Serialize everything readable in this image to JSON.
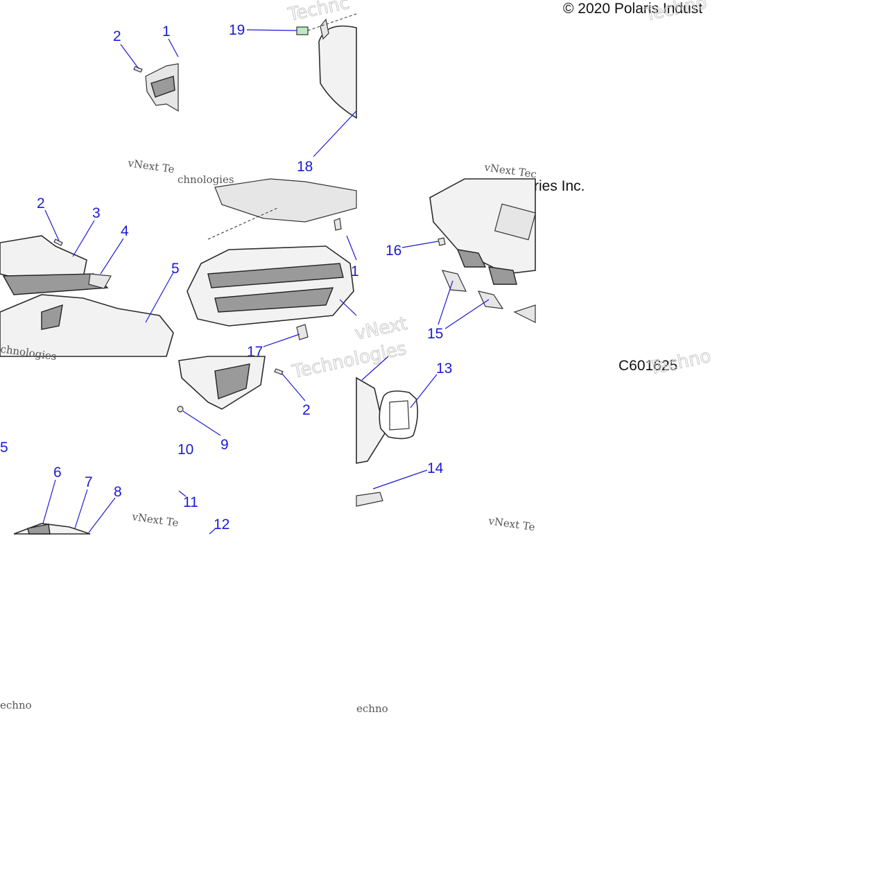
{
  "copyright": "© 2020 Polaris Indust",
  "copyright_fragment": "ries Inc.",
  "diagram_code": "C601625",
  "watermark": {
    "script": "vNext Te",
    "script_alt": "vNext Tec",
    "script_long": "chnologies",
    "script_short": "echno",
    "big_a": "Technc",
    "big_b": "Technologies",
    "big_c": "vNext",
    "big_d": "Techno"
  },
  "callouts": {
    "c1": "1",
    "c2a": "2",
    "c19": "19",
    "c18": "18",
    "c2b": "2",
    "c3": "3",
    "c4": "4",
    "c5a": "5",
    "c1b": "1",
    "c16": "16",
    "c15": "15",
    "c17": "17",
    "c13": "13",
    "c14": "14",
    "c2c": "2",
    "c9": "9",
    "c10": "10",
    "c11": "11",
    "c12": "12",
    "c5b": "5",
    "c6": "6",
    "c7": "7",
    "c8": "8"
  },
  "colors": {
    "callout": "#1a1ad6",
    "line": "#2b2b2b"
  }
}
